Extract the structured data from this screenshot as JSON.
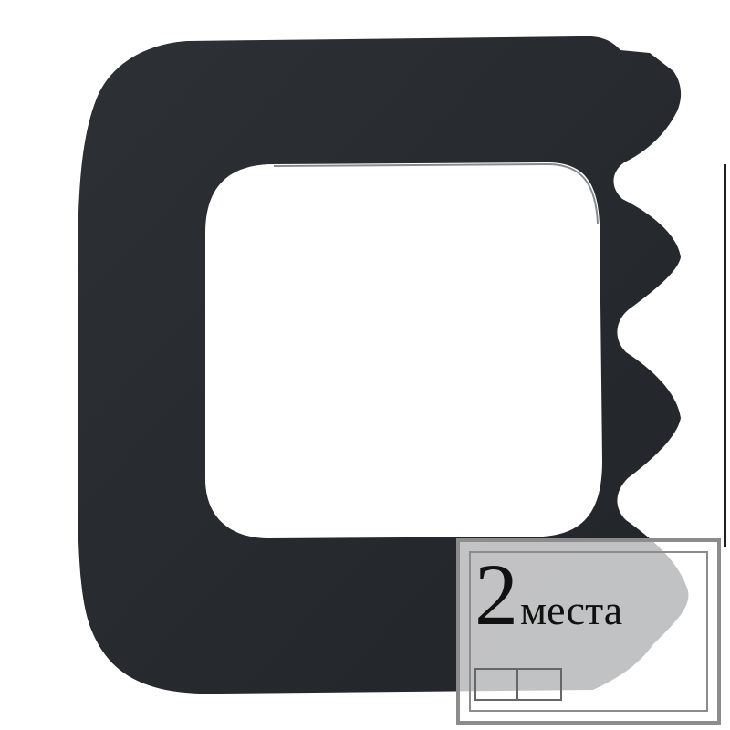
{
  "product": {
    "frame_color": "#262a2e",
    "background_color": "#ffffff"
  },
  "badge": {
    "number": "2",
    "word": "места",
    "slot_count": 2,
    "border_color": "#8c8c8c"
  }
}
